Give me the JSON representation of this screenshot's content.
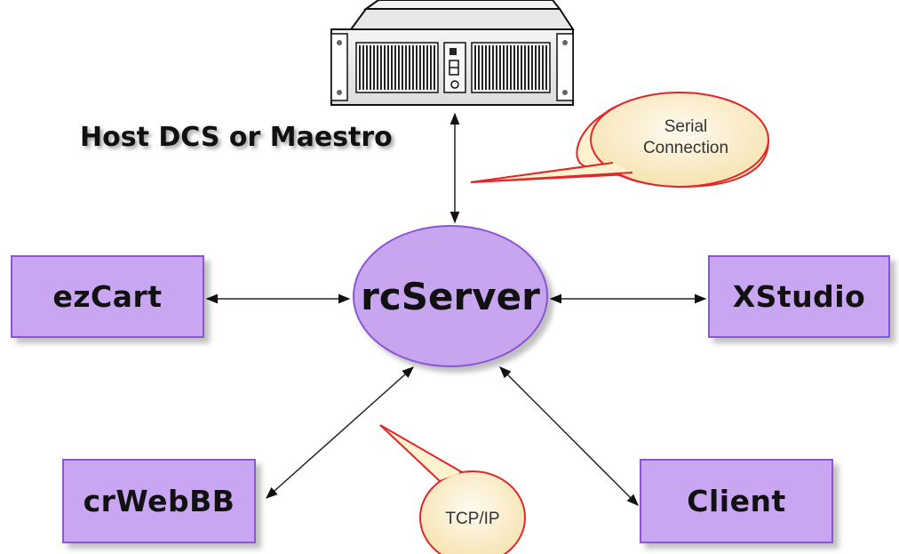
{
  "diagram": {
    "host_label": "Host DCS or Maestro",
    "center_node": "rcServer",
    "nodes": {
      "ezcart": "ezCart",
      "xstudio": "XStudio",
      "crwebbb": "crWebBB",
      "client": "Client"
    },
    "callouts": {
      "serial": "Serial\nConnection",
      "tcp": "TCP/IP"
    }
  },
  "colors": {
    "node_fill": "#c8a6f2",
    "node_border": "#8a55d6",
    "callout_fill": "#fdeec8",
    "callout_border": "#e0282a",
    "arrow": "#222222"
  }
}
